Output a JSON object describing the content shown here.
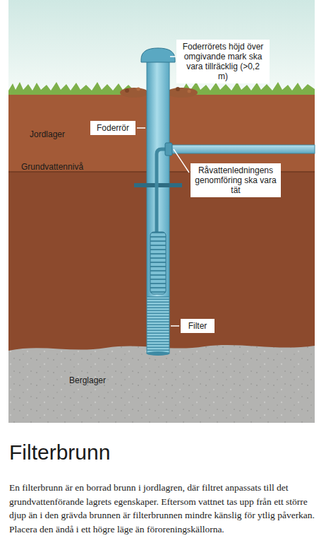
{
  "diagram": {
    "title": "Filterbrunn",
    "caption": "En filterbrunn är en borrad brunn i jordlagren, där filtret anpassats till det grundvattenförande lagrets egenskaper. Eftersom vattnet tas upp från ett större djup än i den grävda brunnen är filterbrunnen mindre känslig för ytlig påverkan. Placera den ändå i ett högre läge än föroreningskällorna.",
    "nodes": [
      {
        "text": [
          "Foderrörets höjd över omgivande mark ska vara tillräcklig (>0,2 m)"
        ]
      },
      {
        "text": [
          "Foderrör"
        ]
      },
      {
        "text": [
          "Råvattenledningens genomföring ska vara tät"
        ]
      },
      {
        "text": [
          "Filter"
        ]
      }
    ],
    "labels": [
      "Jordlager",
      "Grundvattennivå",
      "Berglager"
    ]
  }
}
